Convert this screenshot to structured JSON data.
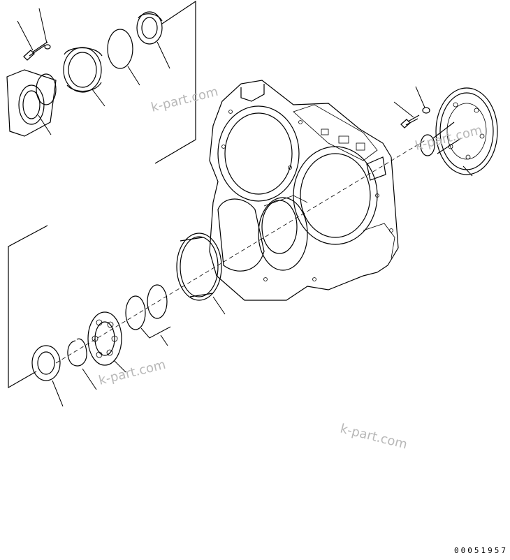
{
  "watermarks": [
    "k-part.com",
    "k-part.com",
    "k-part.com",
    "k-part.com"
  ],
  "drawing_code": "00051957"
}
